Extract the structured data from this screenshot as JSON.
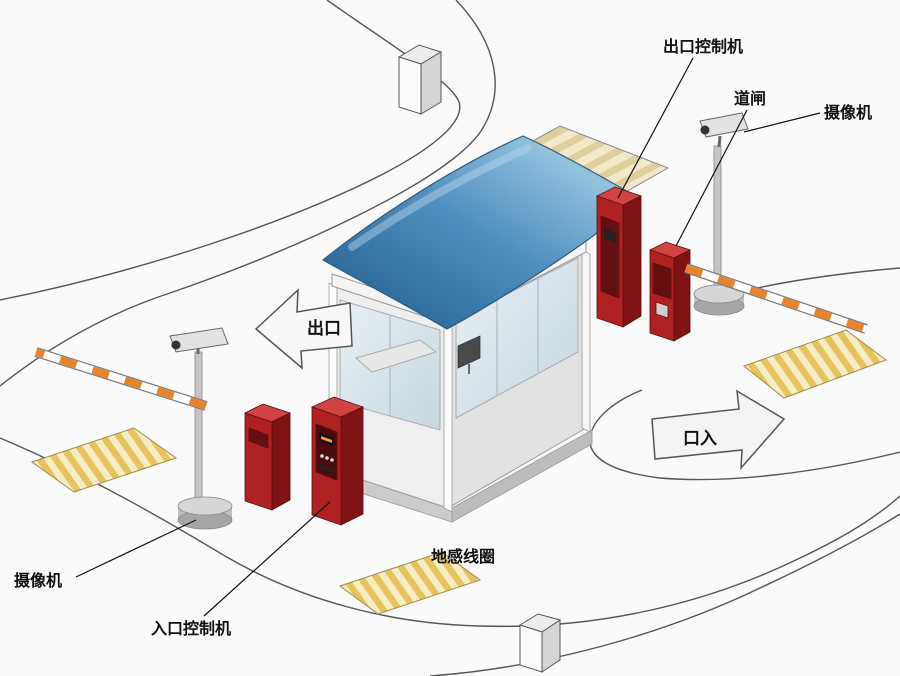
{
  "diagram": {
    "labels": {
      "exit_controller": "出口控制机",
      "barrier_gate": "道闸",
      "camera_top": "摄像机",
      "camera_bottom": "摄像机",
      "entrance_controller": "入口控制机",
      "ground_loop": "地感线圈",
      "exit_arrow": "出口",
      "entrance_arrow": "口入"
    },
    "colors": {
      "canopy_blue": "#4e8fc0",
      "machine_red": "#b02222",
      "machine_red_dark": "#801313",
      "arm_stripe_orange": "#e8832a",
      "loop_fill": "#f6ecc6",
      "loop_stripe": "#e6c35c",
      "road_line": "#555555",
      "background": "#fafafa"
    }
  }
}
